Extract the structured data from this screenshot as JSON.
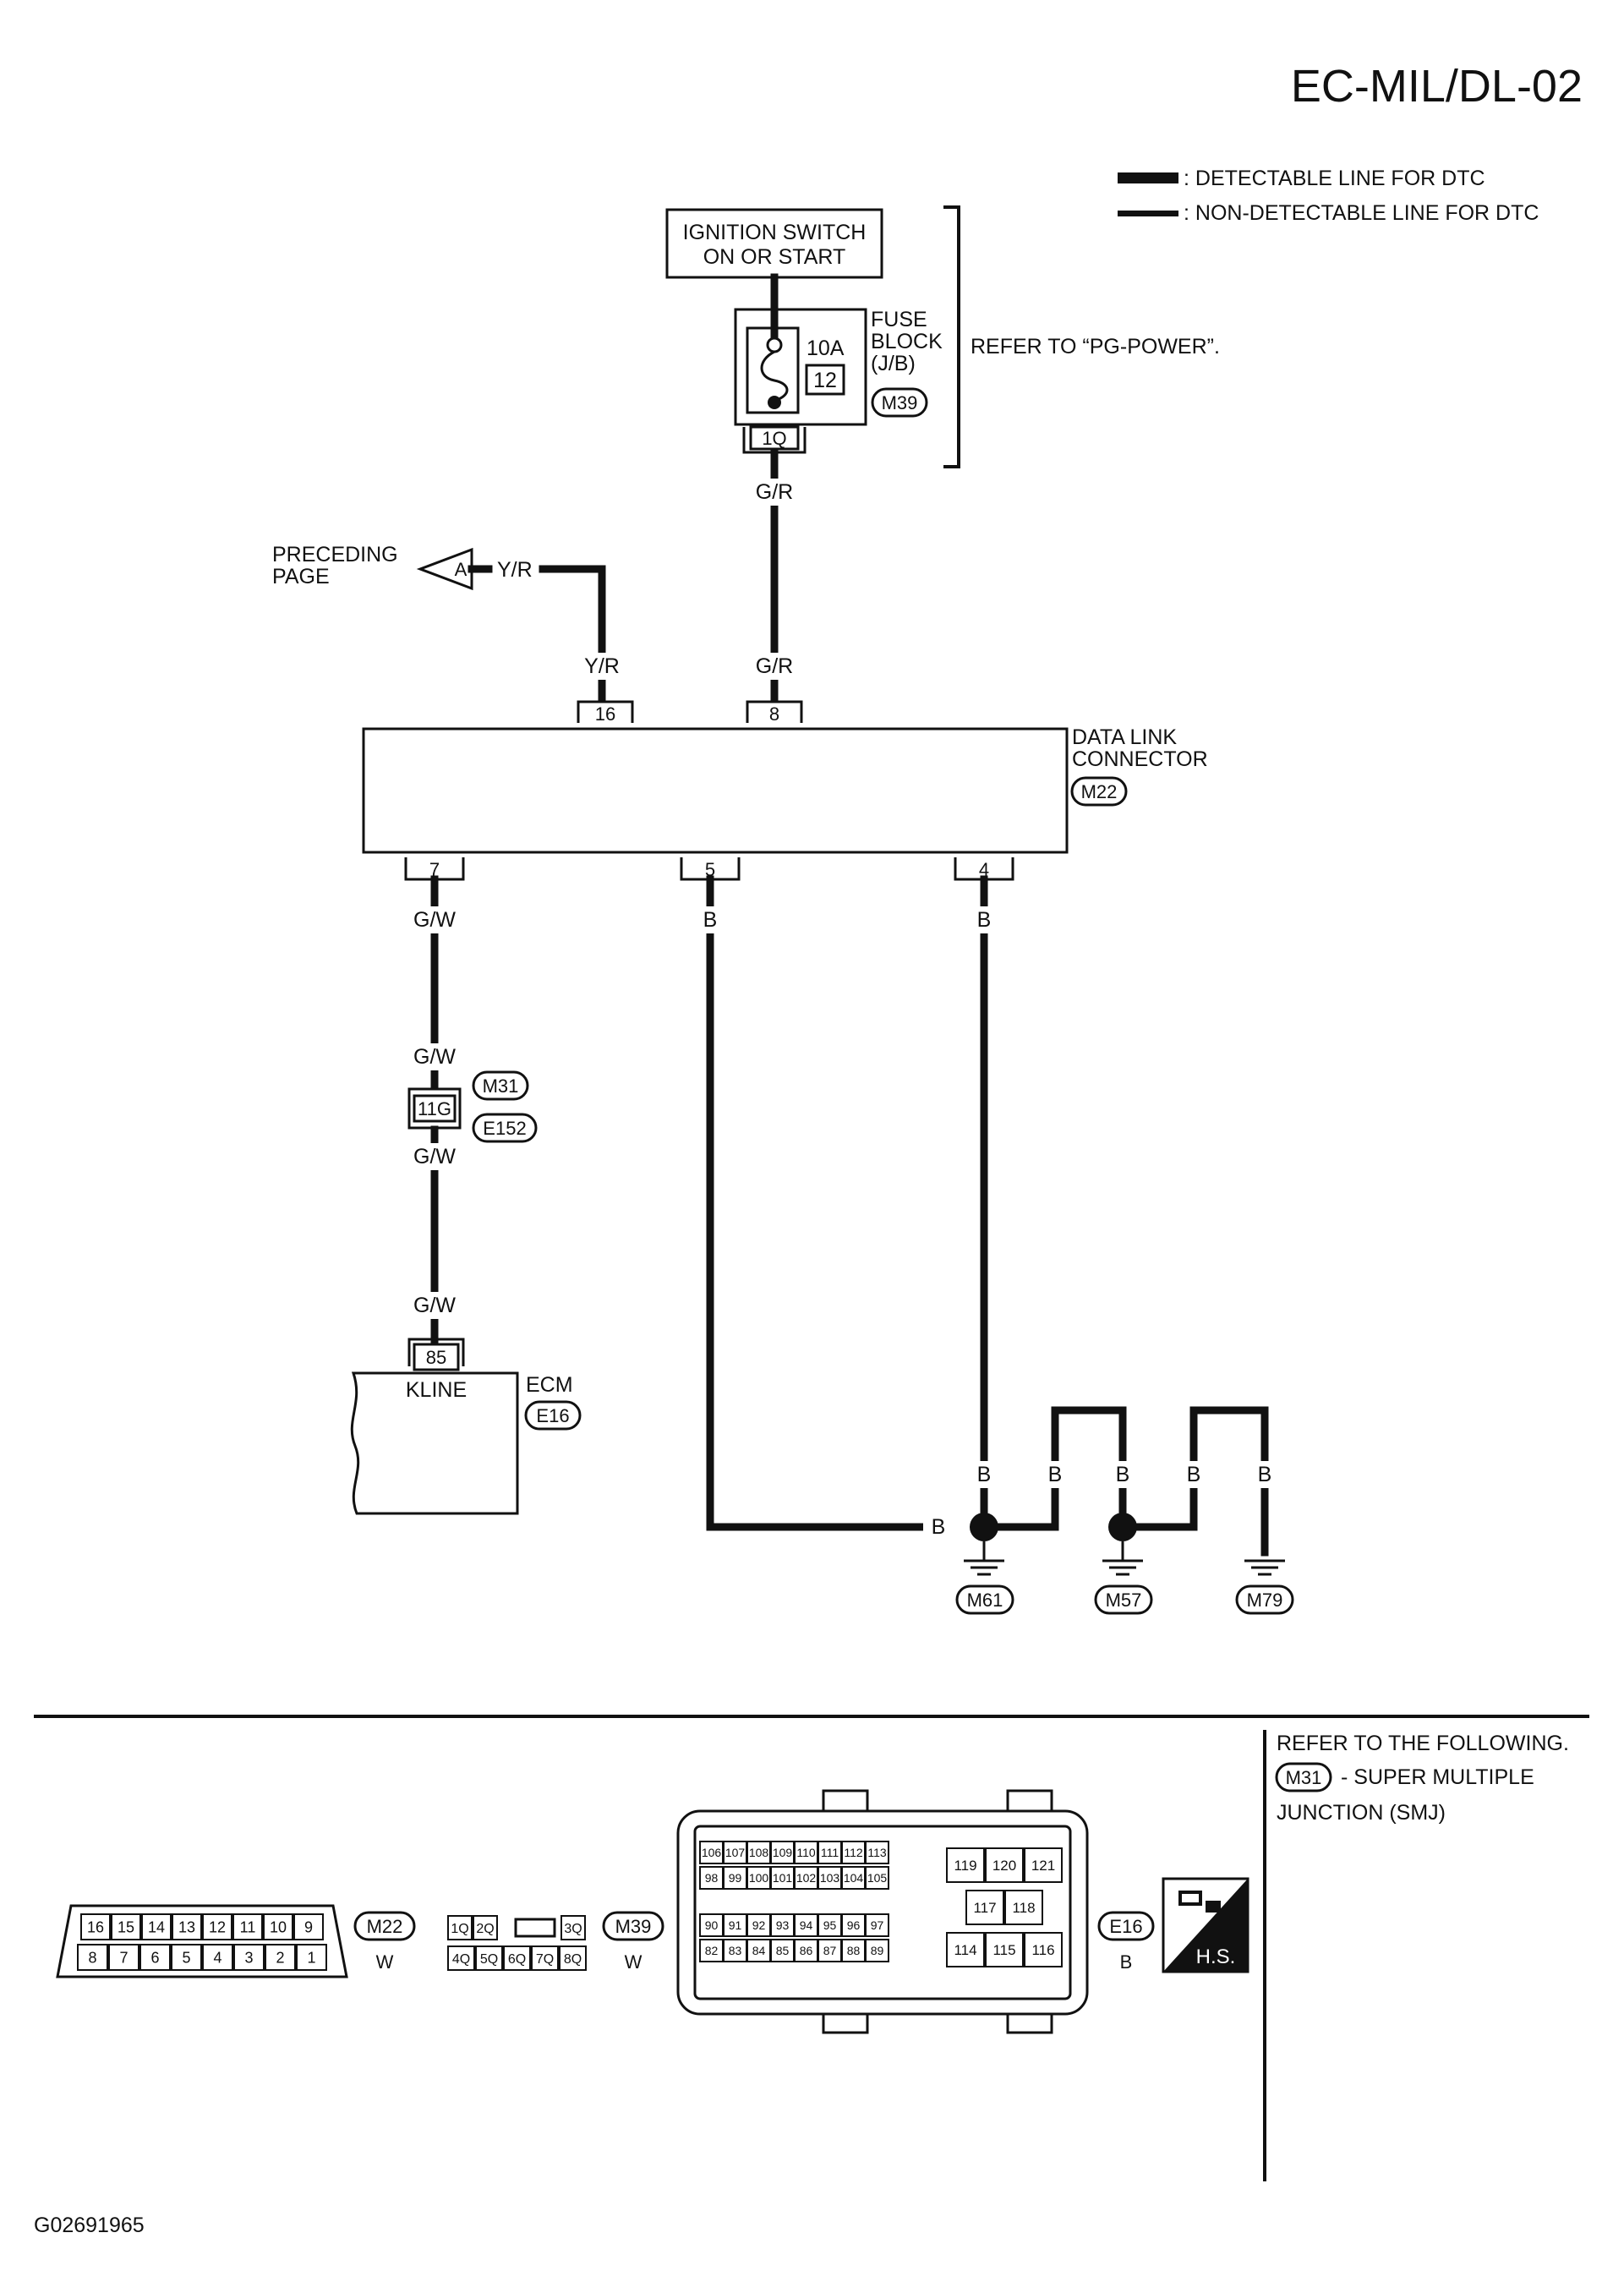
{
  "page_title": "EC-MIL/DL-02",
  "legend": {
    "detectable": ": DETECTABLE LINE FOR DTC",
    "non_detectable": ": NON-DETECTABLE LINE FOR DTC"
  },
  "ignition_switch": {
    "line1": "IGNITION SWITCH",
    "line2": "ON OR START"
  },
  "fuse_block": {
    "line1": "FUSE",
    "line2": "BLOCK",
    "line3": "(J/B)",
    "amperage": "10A",
    "fuse_number": "12",
    "connector": "M39",
    "terminal": "1Q"
  },
  "refer_power": "REFER TO “PG-POWER”.",
  "preceding_page": {
    "line1": "PRECEDING",
    "line2": "PAGE",
    "marker": "A",
    "wire": "Y/R"
  },
  "wires": {
    "gr_upper": "G/R",
    "gr_lower": "G/R",
    "yr_lower": "Y/R",
    "gw_1": "G/W",
    "gw_2": "G/W",
    "gw_3": "G/W",
    "gw_4": "G/W",
    "b_pin5": "B",
    "b_pin4": "B",
    "b_feed": "B",
    "b_g1": "B",
    "b_g2a": "B",
    "b_g2b": "B",
    "b_g3a": "B",
    "b_g3b": "B"
  },
  "data_link_connector": {
    "line1": "DATA LINK",
    "line2": "CONNECTOR",
    "connector": "M22",
    "pin_top_left": "16",
    "pin_top_right": "8",
    "pin_bottom_left": "7",
    "pin_bottom_mid": "5",
    "pin_bottom_right": "4"
  },
  "junction": {
    "terminal": "11G",
    "connector_top": "M31",
    "connector_bottom": "E152"
  },
  "ecm": {
    "label": "ECM",
    "terminal": "85",
    "pin_name": "KLINE",
    "connector": "E16"
  },
  "grounds": [
    "M61",
    "M57",
    "M79"
  ],
  "refer_following": {
    "line1": "REFER TO THE FOLLOWING.",
    "connector": "M31",
    "line2": "- SUPER MULTIPLE",
    "line3": "JUNCTION (SMJ)"
  },
  "connector_views": {
    "m22": {
      "label": "M22",
      "color": "W",
      "top_row": [
        "16",
        "15",
        "14",
        "13",
        "12",
        "11",
        "10",
        "9"
      ],
      "bottom_row": [
        "8",
        "7",
        "6",
        "5",
        "4",
        "3",
        "2",
        "1"
      ]
    },
    "m39": {
      "label": "M39",
      "color": "W",
      "top_row": [
        "1Q",
        "2Q",
        "3Q"
      ],
      "bottom_row": [
        "4Q",
        "5Q",
        "6Q",
        "7Q",
        "8Q"
      ]
    },
    "e16": {
      "label": "E16",
      "color": "B",
      "row1": [
        "106",
        "107",
        "108",
        "109",
        "110",
        "111",
        "112",
        "113"
      ],
      "row2": [
        "98",
        "99",
        "100",
        "101",
        "102",
        "103",
        "104",
        "105"
      ],
      "row3": [
        "90",
        "91",
        "92",
        "93",
        "94",
        "95",
        "96",
        "97"
      ],
      "row4": [
        "82",
        "83",
        "84",
        "85",
        "86",
        "87",
        "88",
        "89"
      ],
      "right_top": [
        "119",
        "120",
        "121"
      ],
      "right_mid": [
        "117",
        "118"
      ],
      "right_bot": [
        "114",
        "115",
        "116"
      ]
    },
    "hs_label": "H.S."
  },
  "figure_id": "G02691965"
}
